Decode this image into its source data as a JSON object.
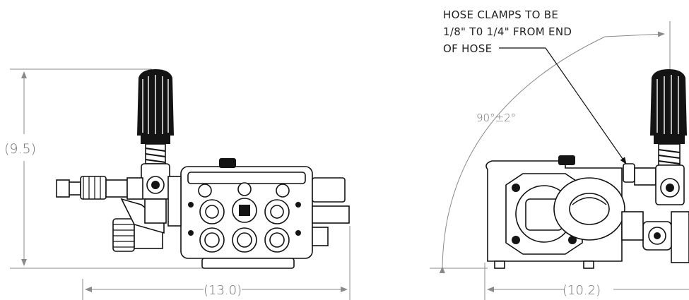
{
  "dimensions": {
    "height_label": "(9.5)",
    "length_label": "(13.0)",
    "width_label": "(10.2)",
    "angle_label": "90°±2°"
  },
  "note": {
    "line1": "HOSE CLAMPS TO BE",
    "line2": "1/8\" T0 1/4\" FROM END",
    "line3": "OF HOSE"
  },
  "colors": {
    "dimension_line": "#8a8a8a",
    "dimension_text": "#6f6f6f",
    "ink": "#111111"
  }
}
